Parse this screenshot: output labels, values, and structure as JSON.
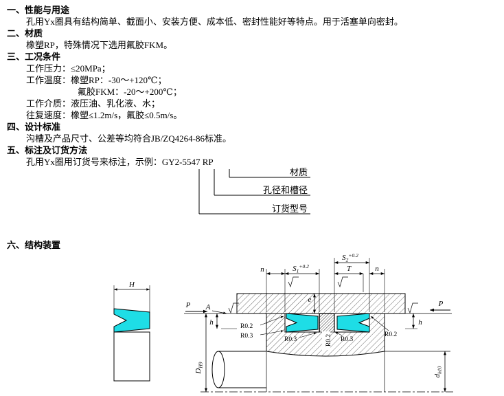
{
  "doc": {
    "s1": {
      "heading": "一、性能与用途",
      "body": "孔用Yx圈具有结构简单、截面小、安装方便、成本低、密封性能好等特点。用于活塞单向密封。"
    },
    "s2": {
      "heading": "二、材质",
      "body": "橡塑RP，特殊情况下选用氟胶FKM。"
    },
    "s3": {
      "heading": "三、工况条件",
      "lines": [
        "工作压力：≤20MPa；",
        "工作温度：橡塑RP：-30～+120℃；",
        "氟胶FKM：-20～+200℃；",
        "工作介质：液压油、乳化液、水；",
        "往复速度：橡塑≤1.2m/s，氟胶≤0.5m/s。"
      ]
    },
    "s4": {
      "heading": "四、设计标准",
      "body": "沟槽及产品尺寸、公差等均符合JB/ZQ4264-86标准。"
    },
    "s5": {
      "heading": "五、标注及订货方法",
      "prefix": "孔用Yx圈用订货号来标注，示例：",
      "code": "GY2-5547 RP",
      "callouts": [
        "材质",
        "孔径和槽径",
        "订货型号"
      ]
    },
    "s6": {
      "heading": "六、结构装置"
    }
  },
  "drawing": {
    "seal_color": "#1edde6",
    "labels": {
      "H": "H",
      "n": "n",
      "T": "T",
      "h": "h",
      "e": "e",
      "A": "A",
      "P": "P",
      "s1_letter": "S",
      "s1_sub": "1",
      "s1_tol": "+0.2",
      "s2_letter": "S",
      "s2_sub": "2",
      "s2_tol": "+0.2",
      "r02": "R0.2",
      "r03": "R0.3",
      "D_letter": "D",
      "D_sub": "H9",
      "d_letter": "d",
      "d_sub": "h10"
    }
  }
}
